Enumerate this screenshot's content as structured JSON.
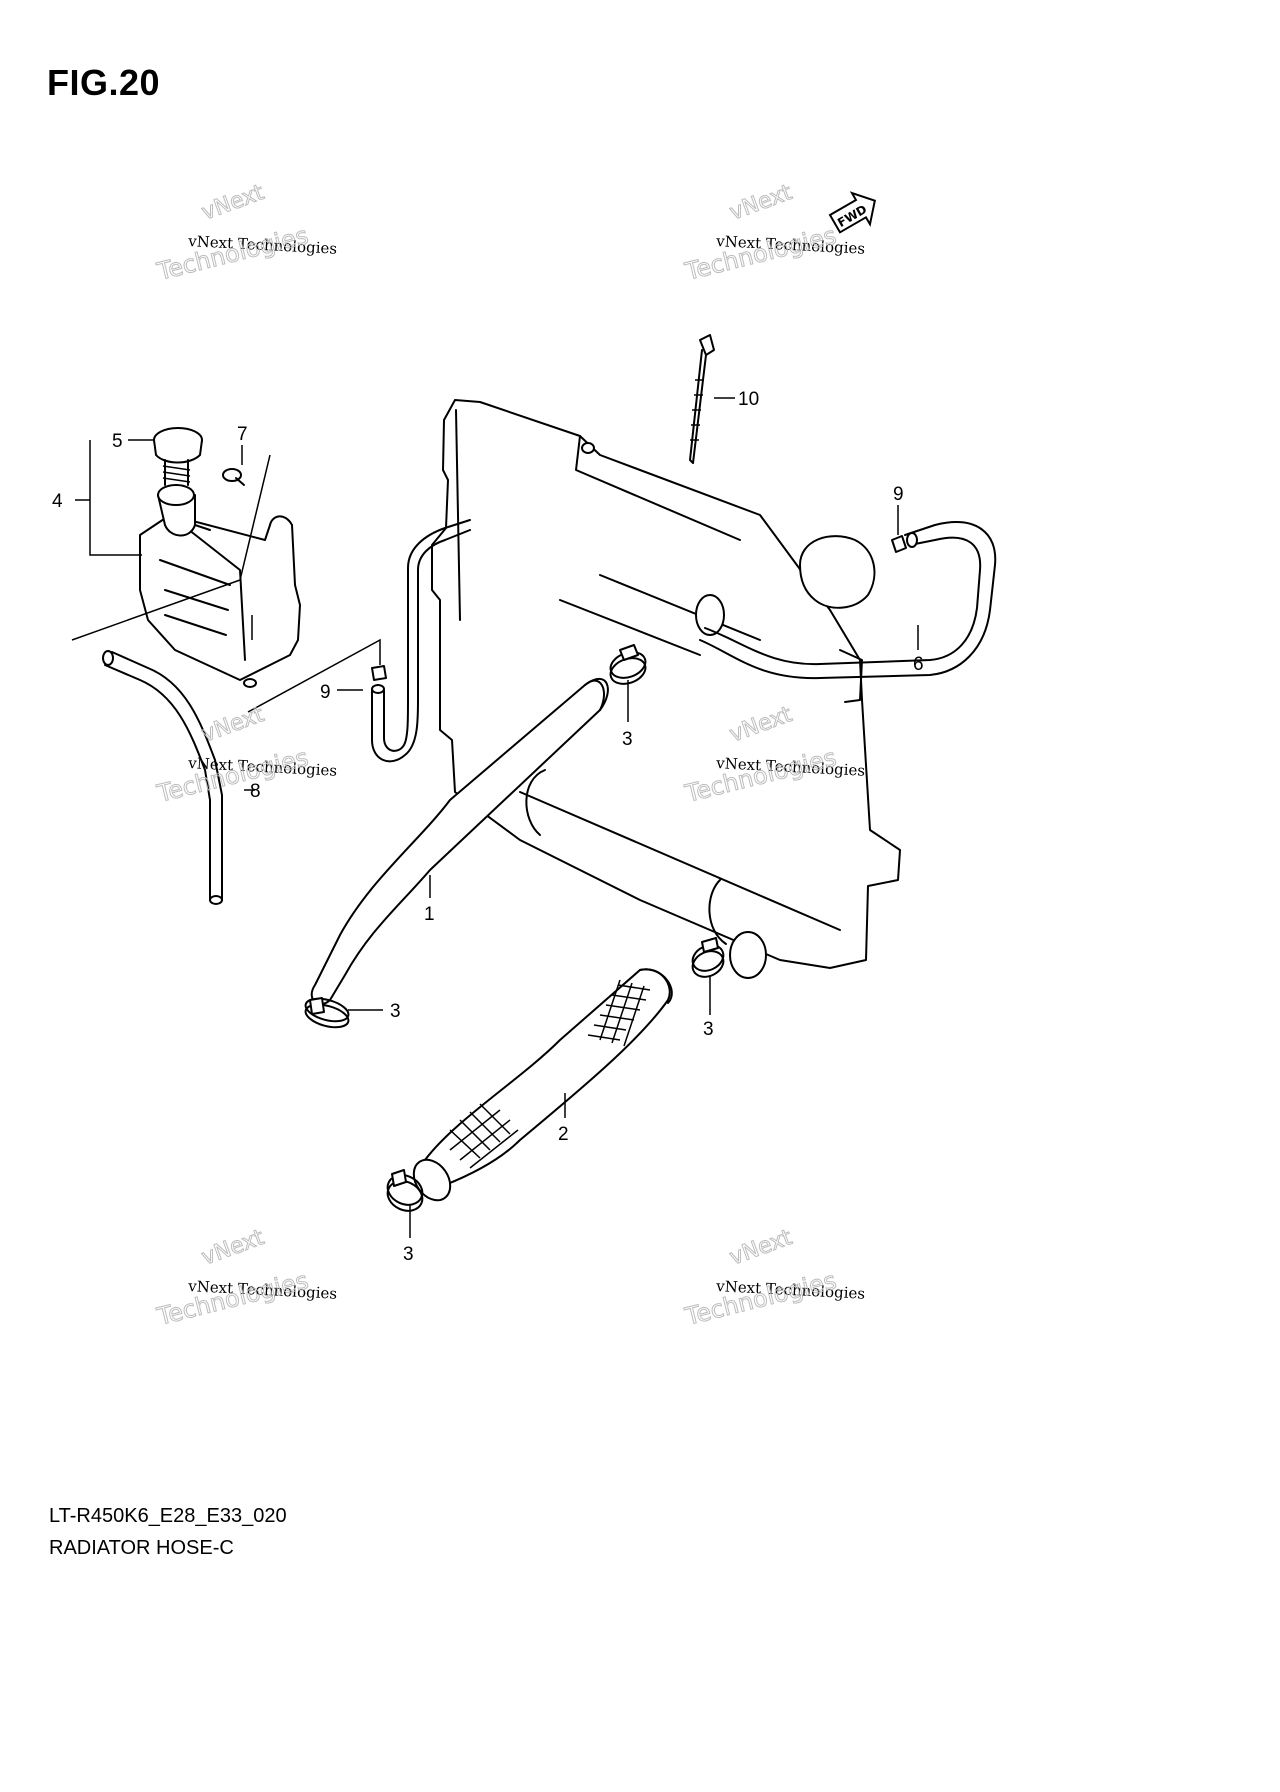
{
  "figure": {
    "title": "FIG.20",
    "drawing_code": "LT-R450K6_E28_E33_020",
    "caption": "RADIATOR HOSE-C"
  },
  "callouts": [
    "1",
    "2",
    "3",
    "3",
    "3",
    "3",
    "4",
    "5",
    "6",
    "7",
    "8",
    "9",
    "9",
    "10"
  ],
  "fwd_arrow": "FWD",
  "watermark": {
    "line1": "vNext Technologies",
    "line2": "Technologies",
    "line3": "vNext"
  },
  "colors": {
    "ink": "#000000",
    "background": "#ffffff",
    "watermark": "#bdbdbd"
  }
}
